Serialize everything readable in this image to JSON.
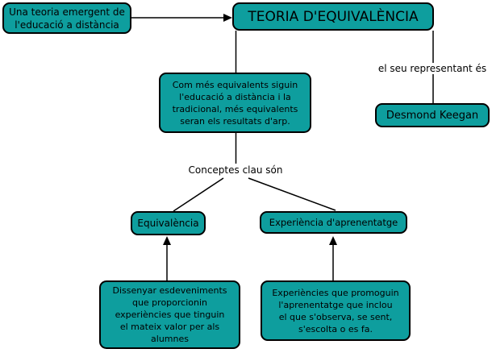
{
  "colors": {
    "node_fill": "#0E9E9E",
    "node_border": "#000000",
    "line_color": "#000000",
    "background": "#FFFFFF",
    "text": "#000000"
  },
  "nodes": {
    "emergent": {
      "label": "Una teoria emergent de\nl'educació a distància"
    },
    "title": {
      "label": "TEORIA D'EQUIVALÈNCIA"
    },
    "definition": {
      "label": "Com més equivalents siguin\nl'educació a distància i la\ntradicional, més equivalents\nseran els resultats d'arp."
    },
    "keegan": {
      "label": "Desmond Keegan"
    },
    "equivalencia": {
      "label": "Equivalència"
    },
    "experiencia": {
      "label": "Experiència d'aprenentatge"
    },
    "dissenyar": {
      "label": "Dissenyar esdeveniments\nque proporcionin\nexperiències que tinguin\nel mateix valor per als\nalumnes"
    },
    "experiencies": {
      "label": "Experiències que promoguin\nl'aprenentatge que inclou\nel que s'observa, se sent,\ns'escolta o es fa."
    }
  },
  "link_labels": {
    "representant": "el seu representant és",
    "conceptes": "Conceptes clau són"
  }
}
